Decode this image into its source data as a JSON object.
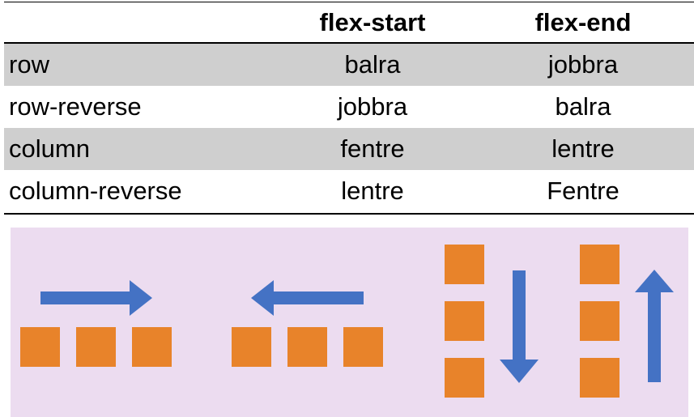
{
  "table": {
    "headers": {
      "col1": "",
      "col2": "flex-start",
      "col3": "flex-end"
    },
    "rows": [
      {
        "name": "row",
        "start": "balra",
        "end": "jobbra"
      },
      {
        "name": "row-reverse",
        "start": "jobbra",
        "end": "balra"
      },
      {
        "name": "column",
        "start": "fentre",
        "end": "lentre"
      },
      {
        "name": "column-reverse",
        "start": "lentre",
        "end": "Fentre"
      }
    ]
  },
  "diagram": {
    "background_color": "#ecdcf0",
    "box_color": "#e8832a",
    "arrow_color": "#4472c4",
    "groups": [
      {
        "direction": "row",
        "arrow": "right-arrow-icon"
      },
      {
        "direction": "row-reverse",
        "arrow": "left-arrow-icon"
      },
      {
        "direction": "column",
        "arrow": "down-arrow-icon"
      },
      {
        "direction": "column-reverse",
        "arrow": "up-arrow-icon"
      }
    ]
  }
}
